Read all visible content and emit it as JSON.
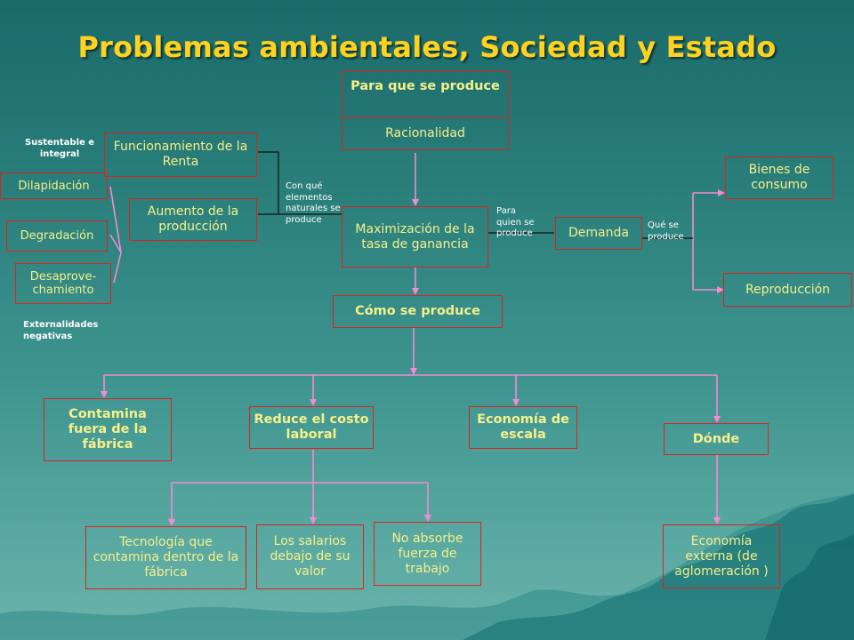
{
  "title": "Problemas ambientales, Sociedad y Estado",
  "colors": {
    "box_text": "#f6f08a",
    "box_border": "#d9241c",
    "title": "#ffd21f",
    "arrow": "#f48ad2",
    "connector": "#111111"
  },
  "boxes": {
    "para_que": "Para que se produce",
    "racionalidad": "Racionalidad",
    "funcionamiento": "Funcionamiento de la Renta",
    "aumento": "Aumento de la producción",
    "dilapidacion": "Dilapidación",
    "degradacion": "Degradación",
    "desaprovechamiento": "Desaprove-chamiento",
    "maximizacion": "Maximización de la tasa de ganancia",
    "demanda": "Demanda",
    "bienes": "Bienes de consumo",
    "reproduccion": "Reproducción",
    "como": "Cómo se produce",
    "contamina": "Contamina fuera de la fábrica",
    "reduce": "Reduce el costo laboral",
    "economia_escala": "Economía de escala",
    "donde": "Dónde",
    "tecnologia": "Tecnología que contamina dentro de la fábrica",
    "salarios": "Los salarios debajo de su valor",
    "no_absorbe": "No absorbe fuerza de trabajo",
    "economia_externa": "Economía externa  (de aglomeración )"
  },
  "notes": {
    "sustentable": "Sustentable e integral",
    "externalidades": "Externalidades negativas",
    "con_que": "Con qué elementos naturales se produce",
    "para_quien": "Para quien se produce",
    "que_se": "Qué se produce"
  }
}
